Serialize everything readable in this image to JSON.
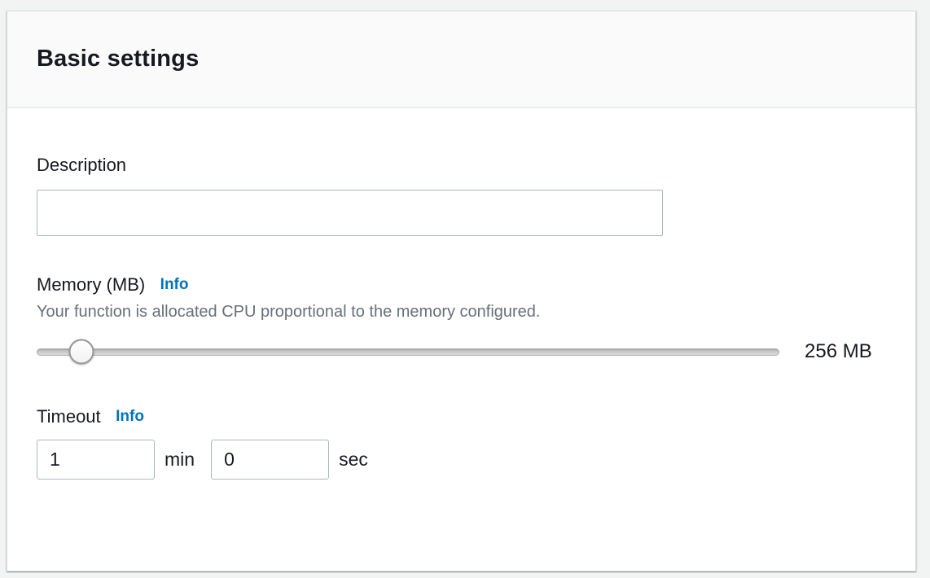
{
  "panel": {
    "title": "Basic settings"
  },
  "description": {
    "label": "Description",
    "value": "",
    "placeholder": ""
  },
  "memory": {
    "label": "Memory (MB)",
    "info_label": "Info",
    "helper": "Your function is allocated CPU proportional to the memory configured.",
    "value_display": "256 MB",
    "slider_percent": 5.9
  },
  "timeout": {
    "label": "Timeout",
    "info_label": "Info",
    "minutes_value": "1",
    "minutes_unit": "min",
    "seconds_value": "0",
    "seconds_unit": "sec"
  },
  "colors": {
    "link_blue": "#0073bb",
    "header_bg": "#fafafa",
    "text_dark": "#16191f",
    "helper_gray": "#687078",
    "card_border": "#d5dbdb",
    "input_border": "#aab7b8"
  }
}
